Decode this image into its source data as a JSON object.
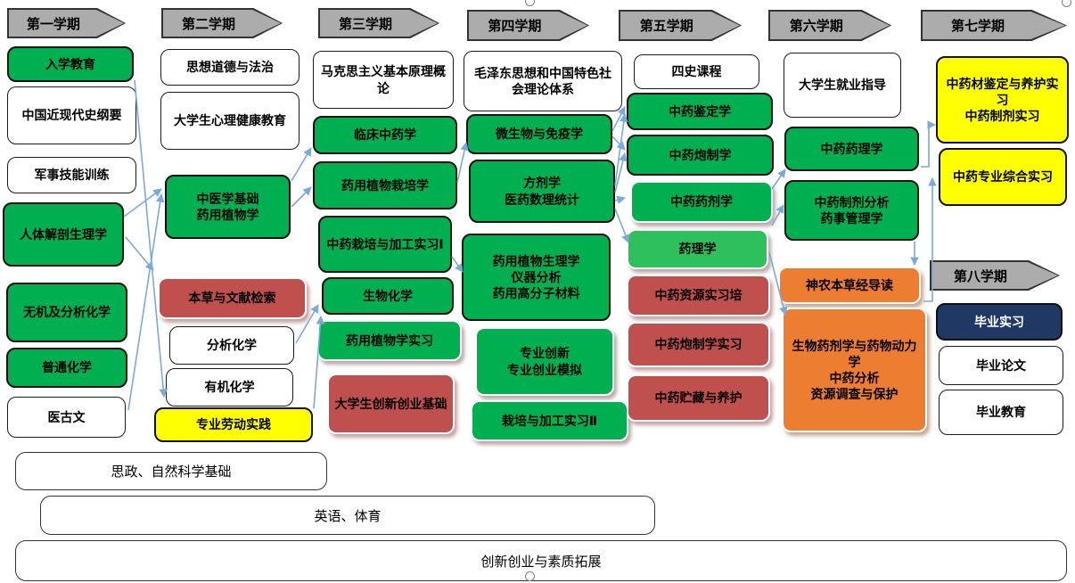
{
  "colors": {
    "green": "#00B050",
    "light_green": "#2EC05C",
    "red": "#C0504D",
    "yellow": "#FFFF00",
    "orange": "#ED7D31",
    "navy": "#1F3864",
    "header_gray": "#ACACAC",
    "connector_blue": "#7AA9DC"
  },
  "semesters": [
    {
      "label": "第一学期",
      "courses": [
        {
          "label": "入学教育"
        },
        {
          "label": "中国近现代史纲要"
        },
        {
          "label": "军事技能训练"
        },
        {
          "label": "人体解剖生理学"
        },
        {
          "label": "无机及分析化学"
        },
        {
          "label": "普通化学"
        },
        {
          "label": "医古文"
        }
      ]
    },
    {
      "label": "第二学期",
      "courses": [
        {
          "label": "思想道德与法治"
        },
        {
          "label": "大学生心理健康教育"
        },
        {
          "label": "中医学基础\n药用植物学"
        },
        {
          "label": "本草与文献检索"
        },
        {
          "label": "分析化学"
        },
        {
          "label": "有机化学"
        },
        {
          "label": "专业劳动实践"
        }
      ]
    },
    {
      "label": "第三学期",
      "courses": [
        {
          "label": "马克思主义基本原理概论"
        },
        {
          "label": "临床中药学"
        },
        {
          "label": "药用植物栽培学"
        },
        {
          "label": "中药栽培与加工实习Ⅰ"
        },
        {
          "label": "生物化学"
        },
        {
          "label": "药用植物学实习"
        },
        {
          "label": "大学生创新创业基础"
        }
      ]
    },
    {
      "label": "第四学期",
      "courses": [
        {
          "label": "毛泽东思想和中国特色社会理论体系"
        },
        {
          "label": "微生物与免疫学"
        },
        {
          "label": "方剂学\n医药数理统计"
        },
        {
          "label": "药用植物生理学\n仪器分析\n药用高分子材料"
        },
        {
          "label": "专业创新\n专业创业模拟"
        },
        {
          "label": "栽培与加工实习Ⅱ"
        }
      ]
    },
    {
      "label": "第五学期",
      "courses": [
        {
          "label": "四史课程"
        },
        {
          "label": "中药鉴定学"
        },
        {
          "label": "中药炮制学"
        },
        {
          "label": "中药药剂学"
        },
        {
          "label": "药理学"
        },
        {
          "label": "中药资源实习培"
        },
        {
          "label": "中药炮制学实习"
        },
        {
          "label": "中药贮藏与养护"
        }
      ]
    },
    {
      "label": "第六学期",
      "courses": [
        {
          "label": "大学生就业指导"
        },
        {
          "label": "中药药理学"
        },
        {
          "label": "中药制剂分析\n药事管理学"
        },
        {
          "label": "神农本草经导读"
        },
        {
          "label": "生物药剂学与药物动力学\n中药分析\n资源调查与保护"
        }
      ]
    },
    {
      "label": "第七学期",
      "courses": [
        {
          "label": "中药材鉴定与养护实习\n中药制剂实习"
        },
        {
          "label": "中药专业综合实习"
        }
      ]
    },
    {
      "label": "第八学期",
      "courses": [
        {
          "label": "毕业实习"
        },
        {
          "label": "毕业论文"
        },
        {
          "label": "毕业教育"
        }
      ]
    }
  ],
  "bands": [
    {
      "label": "思政、自然科学基础"
    },
    {
      "label": "英语、体育"
    },
    {
      "label": "创新创业与素质拓展"
    }
  ]
}
